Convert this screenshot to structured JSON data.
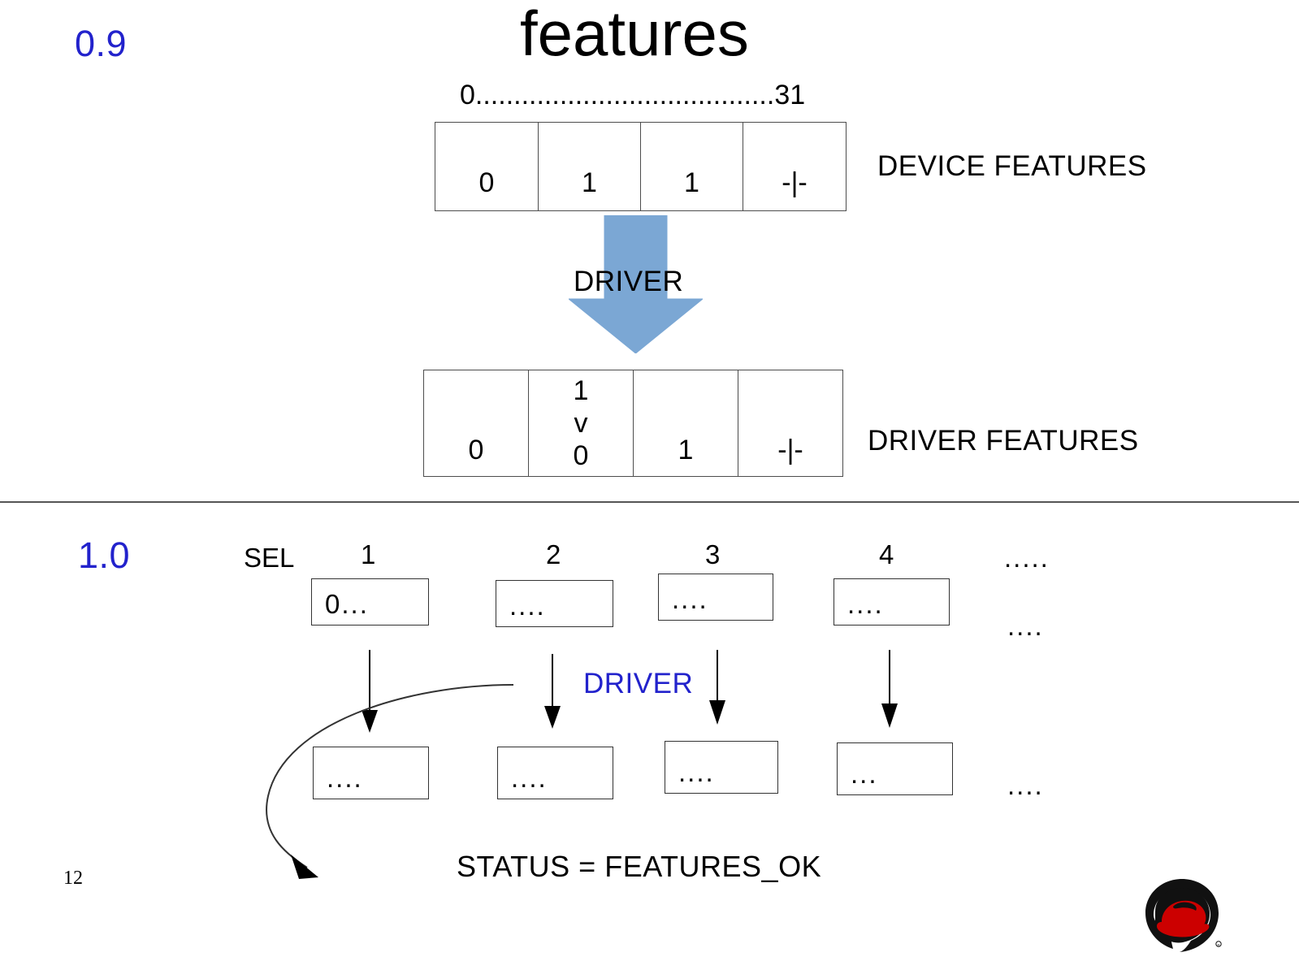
{
  "slide": {
    "title": "features",
    "page_number": "12",
    "accent_color": "#2222cc",
    "arrow_color": "#7BA7D4",
    "logo_name": "red-hat-shadowman-logo"
  },
  "section_top": {
    "version": "0.9",
    "bit_range": "0.......................................31",
    "device_row": {
      "label": "DEVICE  FEATURES",
      "cells": [
        "0",
        "1",
        "1",
        "-|-"
      ]
    },
    "arrow_label": "DRIVER",
    "driver_row": {
      "label": "DRIVER  FEATURES",
      "cells": [
        "0",
        "",
        "1",
        "-|-"
      ],
      "stacked_cell": [
        "1",
        "v",
        "0"
      ]
    }
  },
  "section_bottom": {
    "version": "1.0",
    "sel_label": "SEL",
    "headers": [
      "1",
      "2",
      "3",
      "4"
    ],
    "header_trailing_dots": ".....",
    "top_boxes": [
      "0...",
      "....",
      "....",
      "...."
    ],
    "top_trailing_dots": "....",
    "arrow_label": "DRIVER",
    "bottom_boxes": [
      "....",
      "....",
      "....",
      "..."
    ],
    "bottom_trailing_dots": "....",
    "status_text": "STATUS = FEATURES_OK"
  }
}
